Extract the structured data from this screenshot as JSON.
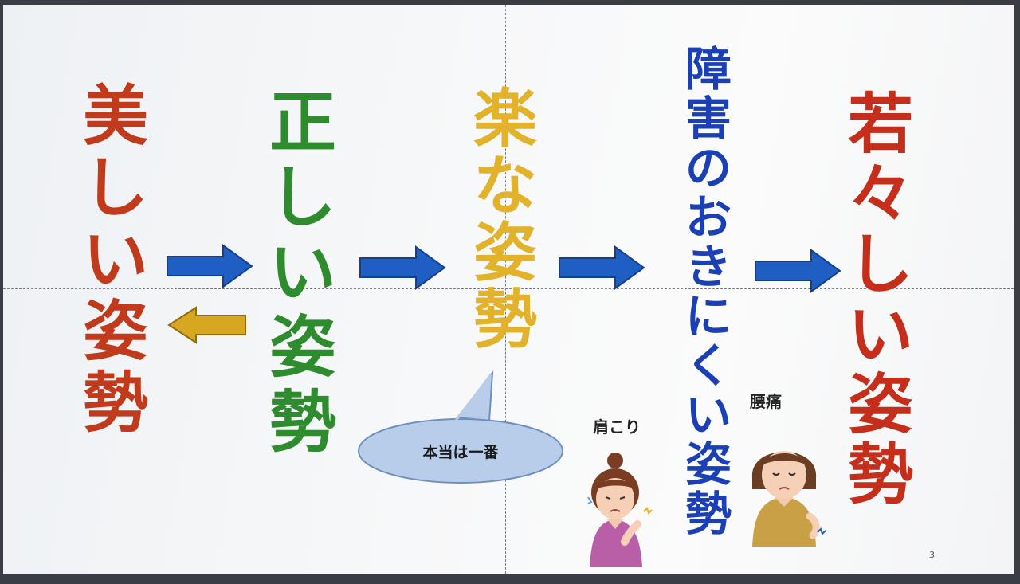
{
  "columns": [
    {
      "chars": [
        "美",
        "し",
        "い",
        "姿",
        "勢"
      ],
      "color": "#c23a1c"
    },
    {
      "chars": [
        "正",
        "し",
        "い",
        "姿",
        "勢"
      ],
      "color": "#2e8b2e"
    },
    {
      "chars": [
        "楽",
        "な",
        "姿",
        "勢"
      ],
      "color": "#e2b22a"
    },
    {
      "chars": [
        "障",
        "害",
        "の",
        "お",
        "き",
        "に",
        "く",
        "い",
        "姿",
        "勢"
      ],
      "color": "#1b3fb5"
    },
    {
      "chars": [
        "若",
        "々",
        "し",
        "い",
        "姿",
        "勢"
      ],
      "color": "#c42e1a"
    }
  ],
  "callout": "本当は一番",
  "labels": {
    "shoulder": "肩こり",
    "back": "腰痛"
  },
  "page_number": "3",
  "colors": {
    "arrow_blue": "#1f5fc4",
    "arrow_gold": "#d8a722",
    "bubble": "#b8cdea"
  }
}
